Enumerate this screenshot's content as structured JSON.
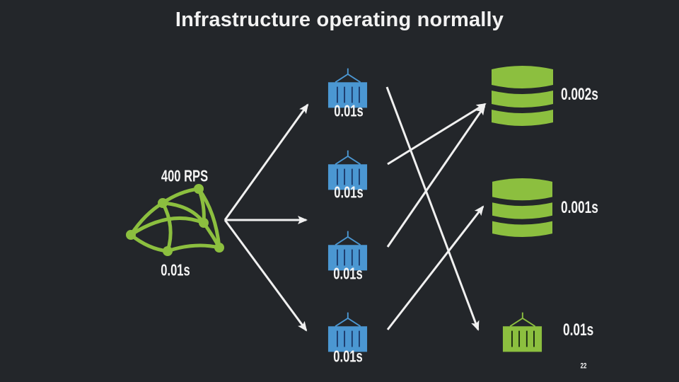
{
  "slide": {
    "title": "Infrastructure operating normally",
    "number": "22"
  },
  "colors": {
    "background": "#23262a",
    "service": "#4b97d2",
    "service_stripe": "#1d3a6a",
    "healthy": "#8cbf3f",
    "arrow": "#f0f0f0",
    "text": "#f2f2f2"
  },
  "load_balancer": {
    "icon": "network-mesh-icon",
    "throughput": "400 RPS",
    "latency": "0.01s"
  },
  "services": [
    {
      "id": "service-1",
      "icon": "container-icon",
      "latency": "0.01s"
    },
    {
      "id": "service-2",
      "icon": "container-icon",
      "latency": "0.01s"
    },
    {
      "id": "service-3",
      "icon": "container-icon",
      "latency": "0.01s"
    },
    {
      "id": "service-4",
      "icon": "container-icon",
      "latency": "0.01s"
    }
  ],
  "databases": [
    {
      "id": "database-1",
      "icon": "database-icon",
      "latency": "0.002s"
    },
    {
      "id": "database-2",
      "icon": "database-icon",
      "latency": "0.001s"
    }
  ],
  "external_service": {
    "id": "external-service",
    "icon": "container-icon",
    "latency": "0.01s"
  },
  "edges": [
    {
      "from": "load-balancer",
      "to": "service-1"
    },
    {
      "from": "load-balancer",
      "to": "service-3"
    },
    {
      "from": "load-balancer",
      "to": "service-4"
    },
    {
      "from": "service-1",
      "to": "external-service"
    },
    {
      "from": "service-2",
      "to": "database-1"
    },
    {
      "from": "service-3",
      "to": "database-1"
    },
    {
      "from": "service-4",
      "to": "database-2"
    }
  ]
}
